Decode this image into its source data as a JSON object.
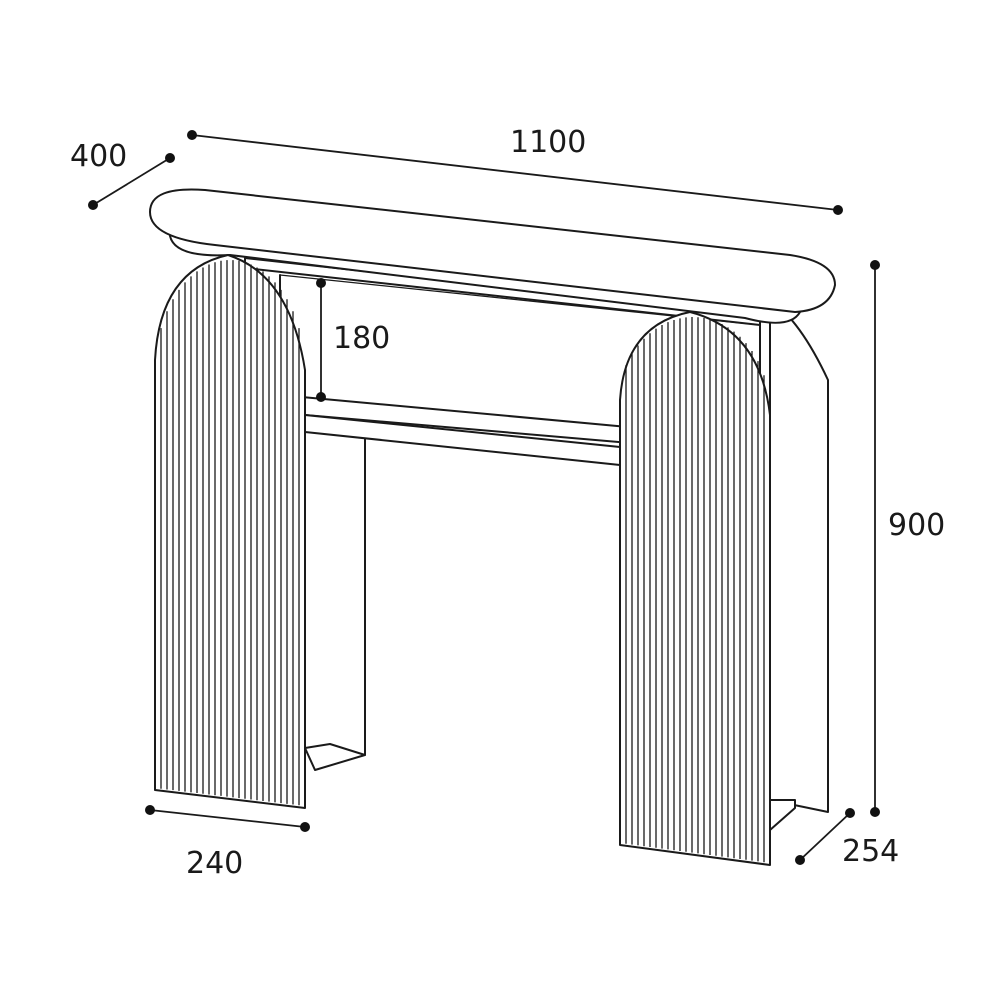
{
  "dimensions": {
    "width": "1100",
    "depth": "400",
    "height": "900",
    "shelf_gap": "180",
    "leg_width": "240",
    "leg_depth": "254"
  }
}
